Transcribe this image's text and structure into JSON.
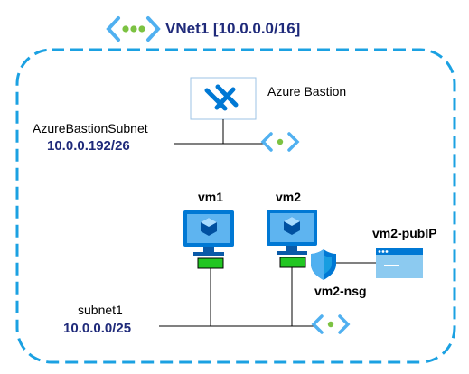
{
  "vnet": {
    "title": "VNet1 [10.0.0.0/16]"
  },
  "bastion": {
    "label": "Azure Bastion"
  },
  "bastion_subnet": {
    "name": "AzureBastionSubnet",
    "cidr": "10.0.0.192/26"
  },
  "subnet1": {
    "name": "subnet1",
    "cidr": "10.0.0.0/25"
  },
  "vm1": {
    "label": "vm1"
  },
  "vm2": {
    "label": "vm2"
  },
  "pubip": {
    "label": "vm2-pubIP"
  },
  "nsg": {
    "label": "vm2-nsg"
  },
  "colors": {
    "vnet_border": "#1ba1e2",
    "azure_blue": "#0078d4",
    "light_blue": "#50b0f0",
    "nic_green": "#22c622",
    "vnet_dots": "#7cc242",
    "title": "#1f2a7a"
  },
  "icons": {
    "vnet": "vnet-icon",
    "bastion": "azure-bastion-icon",
    "subnet": "subnet-icon",
    "vm": "virtual-machine-icon",
    "nic": "network-interface-icon",
    "nsg": "network-security-group-icon",
    "pubip": "public-ip-icon"
  }
}
